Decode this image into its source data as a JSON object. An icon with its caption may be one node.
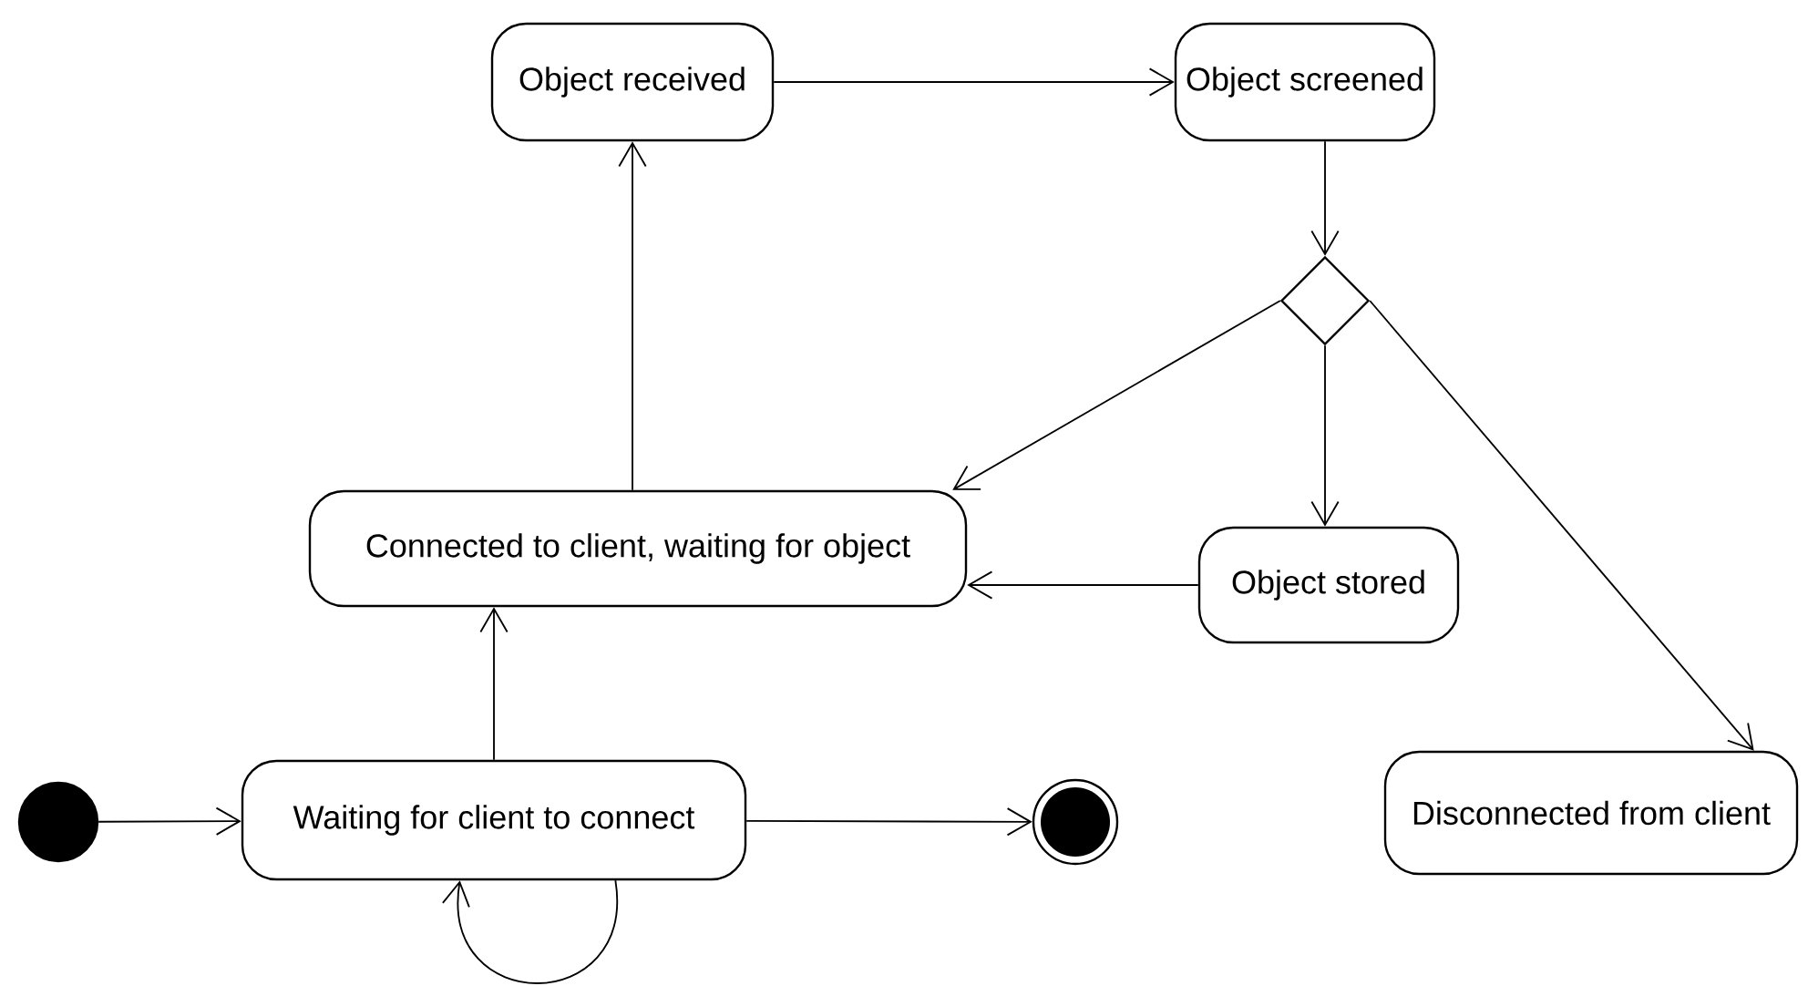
{
  "diagram": {
    "nodes": [
      {
        "text": [
          "Object received"
        ]
      },
      {
        "text": [
          "Object screened"
        ]
      },
      {
        "text": [],
        "shape": "diamond"
      },
      {
        "text": [
          "Connected to client, waiting for object"
        ]
      },
      {
        "text": [
          "Object stored"
        ]
      },
      {
        "text": [
          "Waiting for client to connect"
        ]
      },
      {
        "text": [],
        "shape": "circle"
      },
      {
        "text": [],
        "shape": "bullseye"
      },
      {
        "text": [
          "Disconnected from client"
        ]
      }
    ],
    "edges": [
      {
        "from": 6,
        "to": 5,
        "arrow": "to"
      },
      {
        "from": 5,
        "to": 3,
        "arrow": "to"
      },
      {
        "from": 3,
        "to": 0,
        "arrow": "to"
      },
      {
        "from": 0,
        "to": 1,
        "arrow": "to"
      },
      {
        "from": 1,
        "to": 2,
        "arrow": "to"
      },
      {
        "from": 2,
        "to": 3,
        "arrow": "to"
      },
      {
        "from": 2,
        "to": 4,
        "arrow": "to"
      },
      {
        "from": 4,
        "to": 3,
        "arrow": "to"
      },
      {
        "from": 2,
        "to": 8,
        "arrow": "to"
      },
      {
        "from": 5,
        "to": 7,
        "arrow": "to"
      },
      {
        "from": 5,
        "to": 5,
        "arrow": "to"
      }
    ]
  }
}
